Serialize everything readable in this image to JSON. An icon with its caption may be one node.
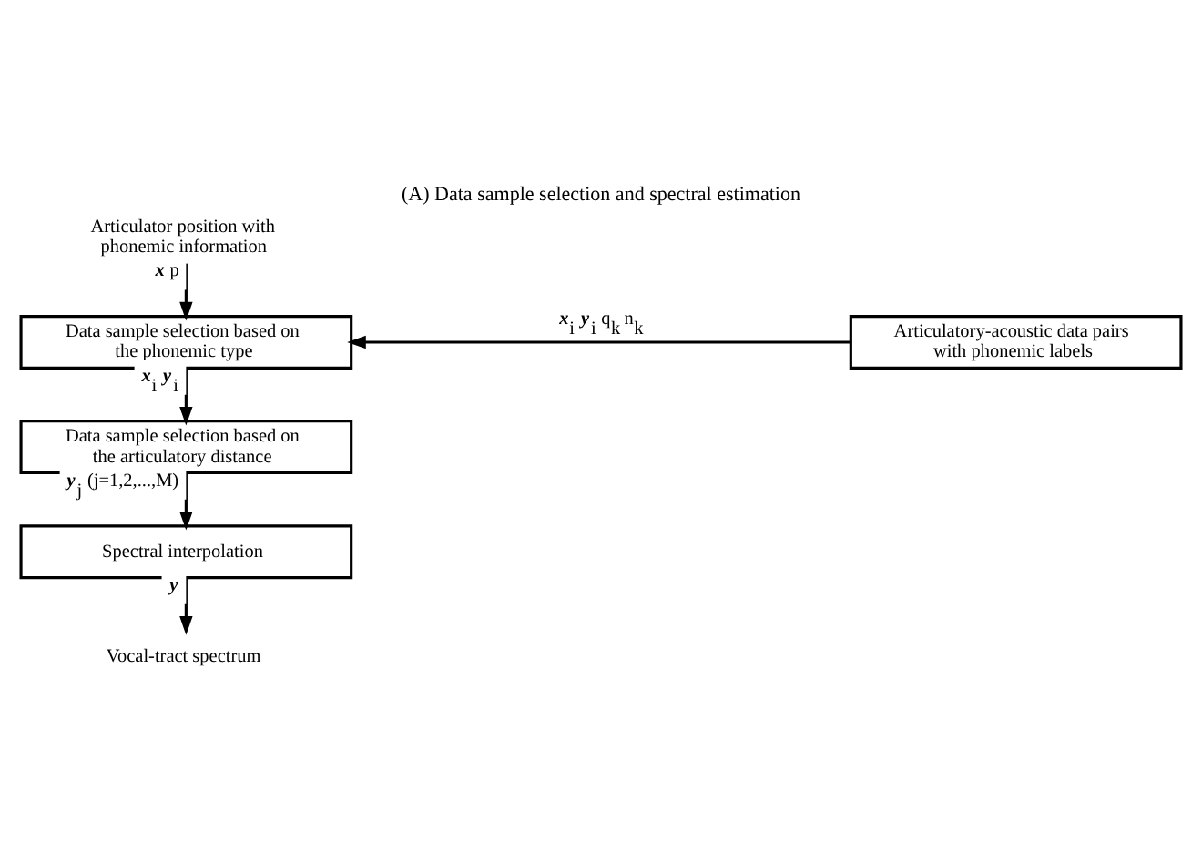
{
  "diagram": {
    "title": "(A) Data sample selection and spectral estimation",
    "nodes": [
      {
        "text": [
          "Articulator position with phonemic information"
        ]
      },
      {
        "text": [
          "Data sample selection based on the phonemic type"
        ]
      },
      {
        "text": [
          "Articulatory-acoustic data pairs with phonemic labels"
        ]
      },
      {
        "text": [
          "Data sample selection based on the articulatory distance"
        ]
      },
      {
        "text": [
          "Spectral interpolation"
        ]
      },
      {
        "text": [
          "Vocal-tract spectrum"
        ]
      }
    ],
    "edges": [
      {
        "from": 0,
        "to": 1,
        "arrow": "to",
        "label": "**x** p"
      },
      {
        "from": 2,
        "to": 1,
        "arrow": "to",
        "label": "**x**$_{i}$ **y**$_{i}$ q$_{k}$ n$_{k}$"
      },
      {
        "from": 1,
        "to": 3,
        "arrow": "to",
        "label": "**x**$_{i}$ **y**$_{i}$"
      },
      {
        "from": 3,
        "to": 4,
        "arrow": "to",
        "label": "**y**$_{j}$ (j=1,2,...,M)"
      },
      {
        "from": 4,
        "to": 5,
        "arrow": "to",
        "label": "**y**"
      }
    ]
  }
}
